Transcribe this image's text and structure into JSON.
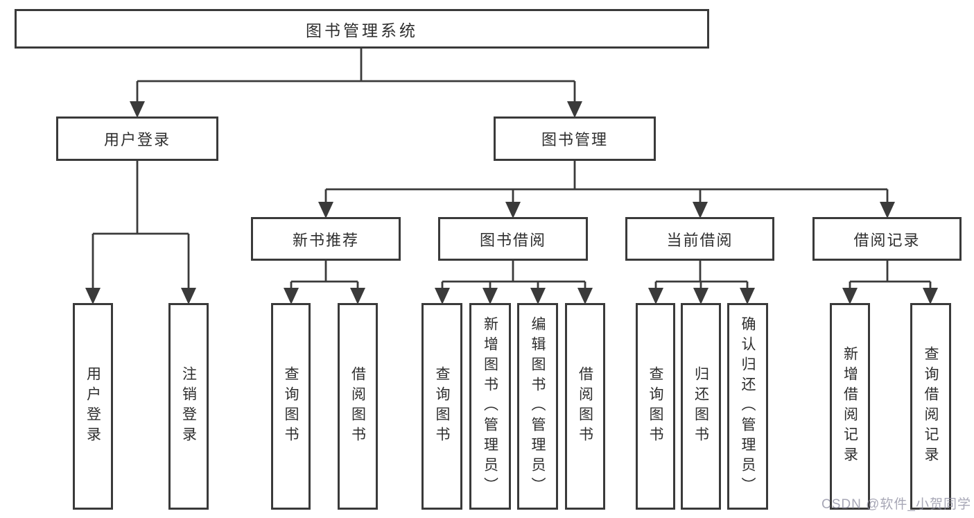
{
  "colors": {
    "line": "#3a3a3a",
    "node_border": "#3a3a3a",
    "node_text": "#2e2e2e",
    "background": "#ffffff",
    "watermark": "#8a8a9e"
  },
  "watermark": {
    "text": "CSDN @软件_小贺同学"
  },
  "diagram": {
    "root": {
      "label": "图书管理系统",
      "children": [
        {
          "label": "用户登录",
          "children": [
            {
              "label": "用户登录"
            },
            {
              "label": "注销登录"
            }
          ]
        },
        {
          "label": "图书管理",
          "children": [
            {
              "label": "新书推荐",
              "children": [
                {
                  "label": "查询图书"
                },
                {
                  "label": "借阅图书"
                }
              ]
            },
            {
              "label": "图书借阅",
              "children": [
                {
                  "label": "查询图书"
                },
                {
                  "label": "新增图书（管理员）"
                },
                {
                  "label": "编辑图书（管理员）"
                },
                {
                  "label": "借阅图书"
                }
              ]
            },
            {
              "label": "当前借阅",
              "children": [
                {
                  "label": "查询图书"
                },
                {
                  "label": "归还图书"
                },
                {
                  "label": "确认归还（管理员）"
                }
              ]
            },
            {
              "label": "借阅记录",
              "children": [
                {
                  "label": "新增借阅记录"
                },
                {
                  "label": "查询借阅记录"
                }
              ]
            }
          ]
        }
      ]
    }
  }
}
